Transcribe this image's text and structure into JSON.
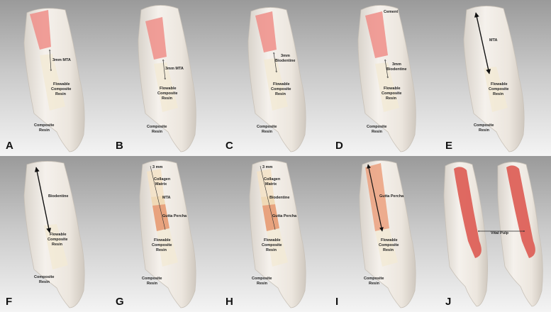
{
  "colors": {
    "tooth": "#f1ece6",
    "canal_red": "#ee8e88",
    "resin_light": "#f3ead4",
    "gutta_percha": "#e79a72",
    "pulp": "#dd5a52",
    "arrow": "#111111"
  },
  "panels": [
    {
      "letter": "A",
      "labels": {
        "material": "3mm MTA",
        "flowable_1": "Flowable",
        "flowable_2": "Composite",
        "flowable_3": "Resin",
        "composite_1": "Composite",
        "composite_2": "Resin"
      }
    },
    {
      "letter": "B",
      "labels": {
        "material": "3mm MTA",
        "flowable_1": "Flowable",
        "flowable_2": "Composite",
        "flowable_3": "Resin",
        "composite_1": "Composite",
        "composite_2": "Resin"
      }
    },
    {
      "letter": "C",
      "labels": {
        "material_1": "3mm",
        "material_2": "Biodentine",
        "flowable_1": "Flowable",
        "flowable_2": "Composite",
        "flowable_3": "Resin",
        "composite_1": "Composite",
        "composite_2": "Resin"
      }
    },
    {
      "letter": "D",
      "labels": {
        "cement": "Cement",
        "material_1": "3mm",
        "material_2": "Biodentine",
        "flowable_1": "Flowable",
        "flowable_2": "Composite",
        "flowable_3": "Resin",
        "composite_1": "Composite",
        "composite_2": "Resin"
      }
    },
    {
      "letter": "E",
      "labels": {
        "material": "MTA",
        "flowable_1": "Flowable",
        "flowable_2": "Composite",
        "flowable_3": "Resin",
        "composite_1": "Composite",
        "composite_2": "Resin"
      }
    },
    {
      "letter": "F",
      "labels": {
        "material": "Biodentine",
        "flowable_1": "Flowable",
        "flowable_2": "Composite",
        "flowable_3": "Resin",
        "composite_1": "Composite",
        "composite_2": "Resin"
      }
    },
    {
      "letter": "G",
      "labels": {
        "depth": "3 mm",
        "collagen_1": "Collagen",
        "collagen_2": "Matrix",
        "material": "MTA",
        "gutta": "Gutta Percha",
        "flowable_1": "Flowable",
        "flowable_2": "Composite",
        "flowable_3": "Resin",
        "composite_1": "Composite",
        "composite_2": "Resin"
      }
    },
    {
      "letter": "H",
      "labels": {
        "depth": "3 mm",
        "collagen_1": "Collagen",
        "collagen_2": "Matrix",
        "material": "Biodentine",
        "gutta": "Gutta Percha",
        "flowable_1": "Flowable",
        "flowable_2": "Composite",
        "flowable_3": "Resin",
        "composite_1": "Composite",
        "composite_2": "Resin"
      }
    },
    {
      "letter": "I",
      "labels": {
        "gutta": "Gutta Percha",
        "flowable_1": "Flowable",
        "flowable_2": "Composite",
        "flowable_3": "Resin",
        "composite_1": "Composite",
        "composite_2": "Resin"
      }
    },
    {
      "letter": "J",
      "labels": {
        "pulp": "Vital Pulp"
      }
    }
  ]
}
